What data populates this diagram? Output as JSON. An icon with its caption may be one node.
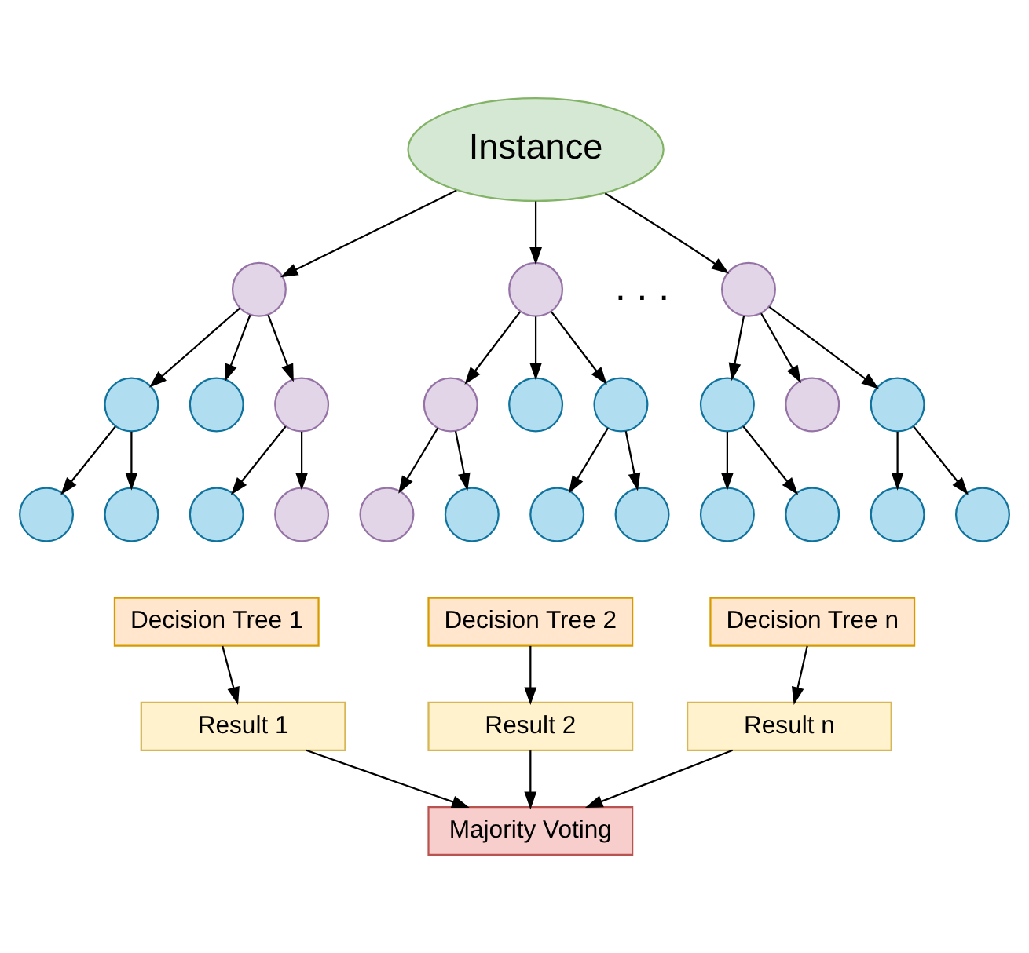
{
  "diagram": {
    "nodes": [
      {
        "text": [
          "Instance"
        ]
      },
      {
        "text": [],
        "shape": "circle"
      },
      {
        "text": [],
        "shape": "circle"
      },
      {
        "text": [],
        "shape": "circle"
      },
      {
        "text": [],
        "shape": "circle"
      },
      {
        "text": [],
        "shape": "circle"
      },
      {
        "text": [],
        "shape": "circle"
      },
      {
        "text": [],
        "shape": "circle"
      },
      {
        "text": [],
        "shape": "circle"
      },
      {
        "text": [],
        "shape": "circle"
      },
      {
        "text": [],
        "shape": "circle"
      },
      {
        "text": [],
        "shape": "circle"
      },
      {
        "text": [],
        "shape": "circle"
      },
      {
        "text": [],
        "shape": "circle"
      },
      {
        "text": [],
        "shape": "circle"
      },
      {
        "text": [],
        "shape": "circle"
      },
      {
        "text": [],
        "shape": "circle"
      },
      {
        "text": [],
        "shape": "circle"
      },
      {
        "text": [],
        "shape": "circle"
      },
      {
        "text": [],
        "shape": "circle"
      },
      {
        "text": [],
        "shape": "circle"
      },
      {
        "text": [],
        "shape": "circle"
      },
      {
        "text": [],
        "shape": "circle"
      },
      {
        "text": [],
        "shape": "circle"
      },
      {
        "text": [],
        "shape": "circle"
      },
      {
        "text": [
          "Decision Tree 1"
        ]
      },
      {
        "text": [
          "Decision Tree 2"
        ]
      },
      {
        "text": [
          "Decision Tree n"
        ]
      },
      {
        "text": [
          "Result 1"
        ]
      },
      {
        "text": [
          "Result 2"
        ]
      },
      {
        "text": [
          "Result n"
        ]
      },
      {
        "text": [
          "Majority Voting"
        ]
      }
    ],
    "edges": [
      {
        "from": 0,
        "to": 1,
        "arrow": "to"
      },
      {
        "from": 0,
        "to": 9,
        "arrow": "to"
      },
      {
        "from": 0,
        "to": 17,
        "arrow": "to"
      },
      {
        "from": 1,
        "to": 2,
        "arrow": "to"
      },
      {
        "from": 1,
        "to": 3,
        "arrow": "to"
      },
      {
        "from": 1,
        "to": 4,
        "arrow": "to"
      },
      {
        "from": 2,
        "to": 5,
        "arrow": "to"
      },
      {
        "from": 2,
        "to": 6,
        "arrow": "to"
      },
      {
        "from": 4,
        "to": 7,
        "arrow": "to"
      },
      {
        "from": 4,
        "to": 8,
        "arrow": "to"
      },
      {
        "from": 9,
        "to": 10,
        "arrow": "to"
      },
      {
        "from": 9,
        "to": 11,
        "arrow": "to"
      },
      {
        "from": 9,
        "to": 12,
        "arrow": "to"
      },
      {
        "from": 10,
        "to": 13,
        "arrow": "to"
      },
      {
        "from": 10,
        "to": 14,
        "arrow": "to"
      },
      {
        "from": 12,
        "to": 15,
        "arrow": "to"
      },
      {
        "from": 12,
        "to": 16,
        "arrow": "to"
      },
      {
        "from": 17,
        "to": 18,
        "arrow": "to"
      },
      {
        "from": 17,
        "to": 19,
        "arrow": "to"
      },
      {
        "from": 17,
        "to": 20,
        "arrow": "to"
      },
      {
        "from": 18,
        "to": 21,
        "arrow": "to"
      },
      {
        "from": 18,
        "to": 22,
        "arrow": "to"
      },
      {
        "from": 20,
        "to": 23,
        "arrow": "to"
      },
      {
        "from": 20,
        "to": 24,
        "arrow": "to"
      },
      {
        "from": 25,
        "to": 28,
        "arrow": "to"
      },
      {
        "from": 26,
        "to": 29,
        "arrow": "to"
      },
      {
        "from": 27,
        "to": 30,
        "arrow": "to"
      },
      {
        "from": 28,
        "to": 31,
        "arrow": "to"
      },
      {
        "from": 29,
        "to": 31,
        "arrow": "to"
      },
      {
        "from": 30,
        "to": 31,
        "arrow": "to"
      }
    ],
    "labels": [
      ". . ."
    ]
  }
}
